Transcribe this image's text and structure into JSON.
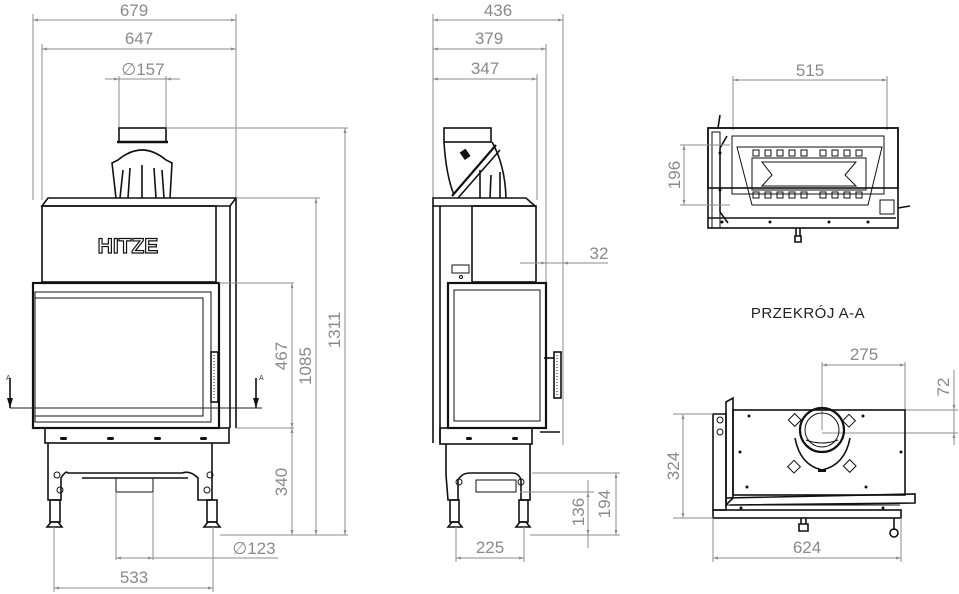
{
  "drawing": {
    "brand_logo": "HITZE",
    "section_title": "PRZEKRÓJ A-A",
    "section_marker": "A"
  },
  "front_view": {
    "dims": {
      "overall_width": "679",
      "body_width": "647",
      "flue_diameter": "∅157",
      "overall_height": "1311",
      "body_height": "1085",
      "door_height": "467",
      "leg_height": "340",
      "air_inlet_diameter": "∅123",
      "leg_spacing": "533"
    }
  },
  "side_view": {
    "dims": {
      "overall_depth": "436",
      "body_depth": "379",
      "top_depth": "347",
      "handle_offset": "32",
      "leg_spacing": "225",
      "air_inlet_height": "136",
      "air_inlet_top": "194"
    }
  },
  "top_view": {
    "dims": {
      "firebox_width": "515",
      "firebox_depth": "196"
    }
  },
  "section_view": {
    "dims": {
      "flue_offset_x": "275",
      "flue_offset_y": "72",
      "depth": "324",
      "width": "624"
    }
  }
}
